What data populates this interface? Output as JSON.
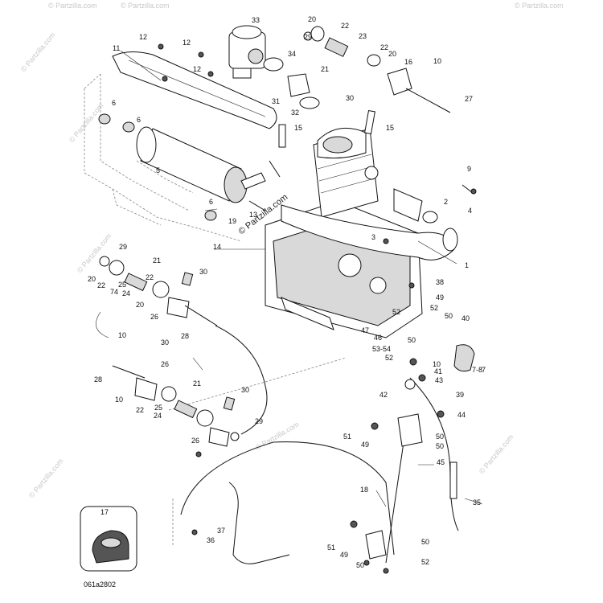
{
  "diagram": {
    "drawing_code": "061a2802",
    "watermark": "© Partzilla.com",
    "callouts": [
      {
        "id": "c1",
        "text": "1"
      },
      {
        "id": "c2",
        "text": "2"
      },
      {
        "id": "c3",
        "text": "3"
      },
      {
        "id": "c4",
        "text": "4"
      },
      {
        "id": "c5",
        "text": "5"
      },
      {
        "id": "c6a",
        "text": "6"
      },
      {
        "id": "c6b",
        "text": "6"
      },
      {
        "id": "c6c",
        "text": "6"
      },
      {
        "id": "c7",
        "text": "7"
      },
      {
        "id": "c9",
        "text": "9"
      },
      {
        "id": "c10a",
        "text": "10"
      },
      {
        "id": "c10b",
        "text": "10"
      },
      {
        "id": "c10c",
        "text": "10"
      },
      {
        "id": "c10d",
        "text": "10"
      },
      {
        "id": "c11",
        "text": "11"
      },
      {
        "id": "c12a",
        "text": "12"
      },
      {
        "id": "c12b",
        "text": "12"
      },
      {
        "id": "c12c",
        "text": "12"
      },
      {
        "id": "c13",
        "text": "13"
      },
      {
        "id": "c14",
        "text": "14"
      },
      {
        "id": "c15a",
        "text": "15"
      },
      {
        "id": "c15b",
        "text": "15"
      },
      {
        "id": "c16",
        "text": "16"
      },
      {
        "id": "c17",
        "text": "17"
      },
      {
        "id": "c18",
        "text": "18"
      },
      {
        "id": "c19",
        "text": "19"
      },
      {
        "id": "c20a",
        "text": "20"
      },
      {
        "id": "c20b",
        "text": "20"
      },
      {
        "id": "c20c",
        "text": "20"
      },
      {
        "id": "c20d",
        "text": "20"
      },
      {
        "id": "c21a",
        "text": "21"
      },
      {
        "id": "c21b",
        "text": "21"
      },
      {
        "id": "c21c",
        "text": "21"
      },
      {
        "id": "c22a",
        "text": "22"
      },
      {
        "id": "c22b",
        "text": "22"
      },
      {
        "id": "c22c",
        "text": "22"
      },
      {
        "id": "c22d",
        "text": "22"
      },
      {
        "id": "c22e",
        "text": "22"
      },
      {
        "id": "c23",
        "text": "23"
      },
      {
        "id": "c24a",
        "text": "24"
      },
      {
        "id": "c24b",
        "text": "24"
      },
      {
        "id": "c25a",
        "text": "25"
      },
      {
        "id": "c25b",
        "text": "25"
      },
      {
        "id": "c26a",
        "text": "26"
      },
      {
        "id": "c26b",
        "text": "26"
      },
      {
        "id": "c26c",
        "text": "26"
      },
      {
        "id": "c27",
        "text": "27"
      },
      {
        "id": "c28a",
        "text": "28"
      },
      {
        "id": "c28b",
        "text": "28"
      },
      {
        "id": "c29a",
        "text": "29"
      },
      {
        "id": "c29b",
        "text": "29"
      },
      {
        "id": "c29c",
        "text": "29"
      },
      {
        "id": "c30a",
        "text": "30"
      },
      {
        "id": "c30b",
        "text": "30"
      },
      {
        "id": "c30c",
        "text": "30"
      },
      {
        "id": "c30d",
        "text": "30"
      },
      {
        "id": "c31",
        "text": "31"
      },
      {
        "id": "c32",
        "text": "32"
      },
      {
        "id": "c33",
        "text": "33"
      },
      {
        "id": "c34",
        "text": "34"
      },
      {
        "id": "c35",
        "text": "35"
      },
      {
        "id": "c36",
        "text": "36"
      },
      {
        "id": "c37",
        "text": "37"
      },
      {
        "id": "c38",
        "text": "38"
      },
      {
        "id": "c39",
        "text": "39"
      },
      {
        "id": "c40",
        "text": "40"
      },
      {
        "id": "c41",
        "text": "41"
      },
      {
        "id": "c42",
        "text": "42"
      },
      {
        "id": "c43",
        "text": "43"
      },
      {
        "id": "c44",
        "text": "44"
      },
      {
        "id": "c45",
        "text": "45"
      },
      {
        "id": "c46",
        "text": "46"
      },
      {
        "id": "c47",
        "text": "47"
      },
      {
        "id": "c49a",
        "text": "49"
      },
      {
        "id": "c49b",
        "text": "49"
      },
      {
        "id": "c49c",
        "text": "49"
      },
      {
        "id": "c50a",
        "text": "50"
      },
      {
        "id": "c50b",
        "text": "50"
      },
      {
        "id": "c50c",
        "text": "50"
      },
      {
        "id": "c50d",
        "text": "50"
      },
      {
        "id": "c50e",
        "text": "50"
      },
      {
        "id": "c50f",
        "text": "50"
      },
      {
        "id": "c51a",
        "text": "51"
      },
      {
        "id": "c51b",
        "text": "51"
      },
      {
        "id": "c52a",
        "text": "52"
      },
      {
        "id": "c52b",
        "text": "52"
      },
      {
        "id": "c52c",
        "text": "52"
      },
      {
        "id": "c52d",
        "text": "52"
      },
      {
        "id": "c5354",
        "text": "53-54"
      },
      {
        "id": "c78",
        "text": "7-8"
      },
      {
        "id": "c74",
        "text": "74"
      }
    ]
  }
}
